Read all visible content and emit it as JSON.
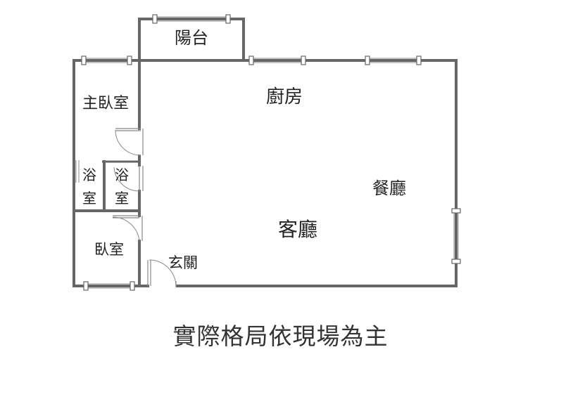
{
  "rooms": {
    "balcony": "陽台",
    "kitchen": "廚房",
    "master_bedroom": "主臥室",
    "bath1": [
      "浴",
      "室"
    ],
    "bath2": [
      "浴",
      "室"
    ],
    "dining": "餐廳",
    "living": "客廳",
    "bedroom": "臥室",
    "entrance": "玄關"
  },
  "caption": "實際格局依現場為主",
  "colors": {
    "wall": "#666666",
    "text": "#222222",
    "caption": "#333333"
  }
}
